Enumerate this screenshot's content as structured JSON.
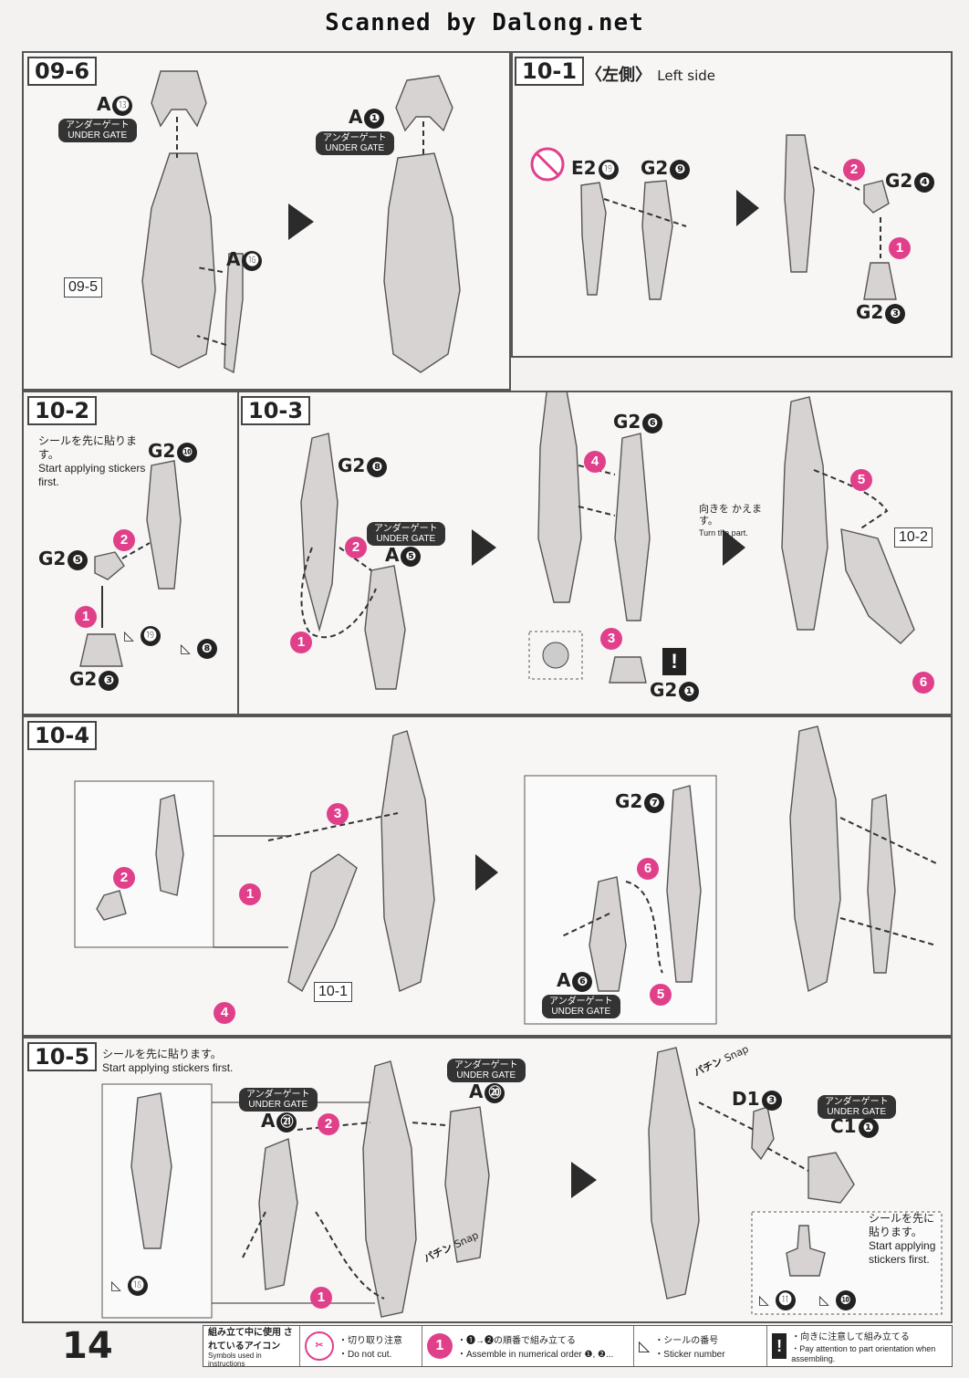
{
  "banner": "Scanned by Dalong.net",
  "under_gate_jp": "アンダーゲート",
  "under_gate_en": "UNDER GATE",
  "steps": {
    "s09_6": "09-6",
    "s10_1": "10-1",
    "s10_2": "10-2",
    "s10_3": "10-3",
    "s10_4": "10-4",
    "s10_5": "10-5"
  },
  "s09_6": {
    "part_a13": "A",
    "n13": "⓭",
    "part_a16": "A",
    "n16": "⓰",
    "ref": "09-5",
    "part_a1": "A",
    "n1": "❶"
  },
  "s10_1": {
    "side_jp": "〈左側〉",
    "side_en": "Left side",
    "e2": "E2",
    "e2n": "⓳",
    "g2a": "G2",
    "g2an": "❾",
    "g2b": "G2",
    "g2bn": "❹",
    "g2c": "G2",
    "g2cn": "❸"
  },
  "s10_2": {
    "note_jp": "シールを先に貼ります。",
    "note_en": "Start applying stickers first.",
    "g2_10": "G2",
    "g2_10n": "❿",
    "g2_5": "G2",
    "g2_5n": "❺",
    "g2_3": "G2",
    "g2_3n": "❸",
    "st19": "⓳",
    "st8": "❽"
  },
  "s10_3": {
    "g2_8": "G2",
    "g2_8n": "❽",
    "a5": "A",
    "a5n": "❺",
    "g2_6": "G2",
    "g2_6n": "❻",
    "g2_1": "G2",
    "g2_1n": "❶",
    "turn_jp": "向きを かえます。",
    "turn_en": "Turn the part.",
    "ref": "10-2"
  },
  "s10_4": {
    "ref": "10-1",
    "g2_7": "G2",
    "g2_7n": "❼",
    "a6": "A",
    "a6n": "❻"
  },
  "s10_5": {
    "note_jp": "シールを先に貼ります。",
    "note_en": "Start applying stickers first.",
    "a21": "A",
    "a21n": "㉑",
    "a20": "A",
    "a20n": "⑳",
    "d1": "D1",
    "d1n": "❸",
    "c1": "C1",
    "c1n": "❶",
    "snap_jp": "パチン",
    "snap_en": "Snap",
    "note2_jp": "シールを先に 貼ります。",
    "note2_en": "Start applying stickers first.",
    "st18": "⓲",
    "st11": "⓫",
    "st10": "❿"
  },
  "page_number": "14",
  "legend": {
    "title_jp": "組み立て中に使用 されているアイコン",
    "title_en": "Symbols used in instructions",
    "cut_jp": "・切り取り注意",
    "cut_en": "・Do not cut.",
    "order_jp": "・❶→❷の順番で組み立てる",
    "order_en": "・Assemble in numerical order ❶, ❷...",
    "sticker_jp": "・シールの番号",
    "sticker_en": "・Sticker number",
    "orient_jp": "・向きに注意して組み立てる",
    "orient_en": "・Pay attention to part orientation when assembling."
  }
}
